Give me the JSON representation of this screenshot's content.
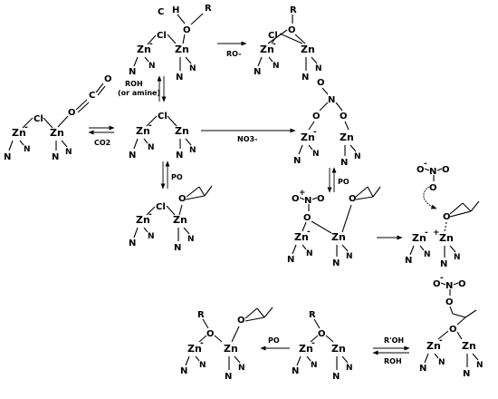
{
  "atoms": {
    "zn": "Zn",
    "n": "N",
    "cl": "Cl",
    "o": "O",
    "c": "C",
    "r": "R"
  },
  "charges": {
    "minus": "-",
    "plus": "+"
  },
  "reagents": {
    "ro_minus": "RO-",
    "roh_or_amine_line1": "ROH",
    "roh_or_amine_line2": "(or amine)",
    "co2": "CO2",
    "no3_minus": "NO3-",
    "po_1": "PO",
    "po_2": "PO",
    "po_3": "PO",
    "r_prime_oh": "R'OH",
    "roh": "ROH"
  }
}
